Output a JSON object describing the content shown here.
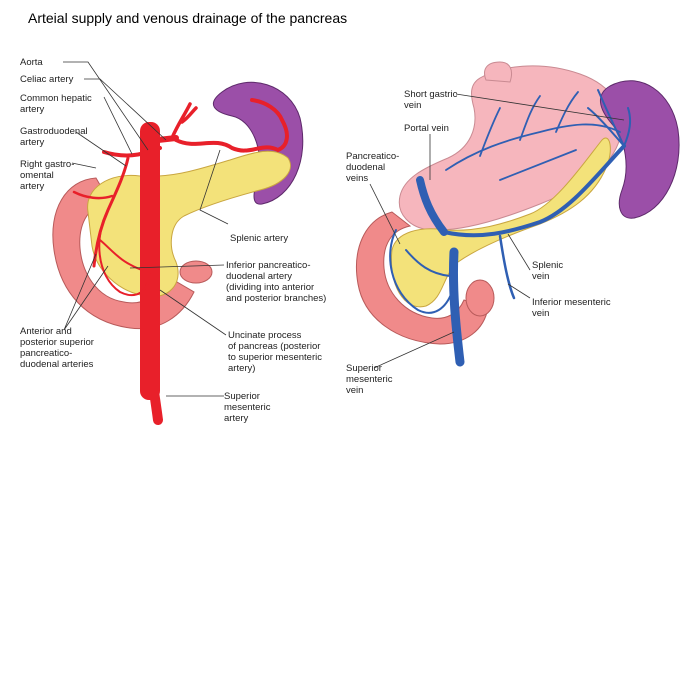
{
  "title": "Arteial supply and venous drainage of the pancreas",
  "colors": {
    "artery": "#e8202a",
    "vein": "#2f5fb3",
    "pancreas": "#f3e27a",
    "pancreas_edge": "#c9a640",
    "duodenum": "#f08a8a",
    "stomach": "#f6b6bd",
    "spleen": "#9b4fa8"
  },
  "left_figure": {
    "labels": [
      {
        "id": "aorta",
        "lines": [
          "Aorta"
        ]
      },
      {
        "id": "celiac",
        "lines": [
          "Celiac artery"
        ]
      },
      {
        "id": "common-hepatic",
        "lines": [
          "Common hepatic",
          "artery"
        ]
      },
      {
        "id": "gastroduodenal",
        "lines": [
          "Gastroduodenal",
          "artery"
        ]
      },
      {
        "id": "right-gastro-omental",
        "lines": [
          "Right gastro-",
          "omental",
          "artery"
        ]
      },
      {
        "id": "splenic-artery",
        "lines": [
          "Splenic artery"
        ]
      },
      {
        "id": "inferior-pancreaticoduodenal",
        "lines": [
          "Inferior pancreatico-",
          "duodenal artery",
          "(dividing into anterior",
          "and posterior branches)"
        ]
      },
      {
        "id": "anterior-posterior-superior",
        "lines": [
          "Anterior and",
          "posterior superior",
          "pancreatico-",
          "duodenal arteries"
        ]
      },
      {
        "id": "uncinate",
        "lines": [
          "Uncinate process",
          "of pancreas (posterior",
          "to superior mesenteric",
          "artery)"
        ]
      },
      {
        "id": "sma",
        "lines": [
          "Superior",
          "mesenteric",
          "artery"
        ]
      }
    ]
  },
  "right_figure": {
    "labels": [
      {
        "id": "short-gastric",
        "lines": [
          "Short gastric",
          "vein"
        ]
      },
      {
        "id": "portal",
        "lines": [
          "Portal vein"
        ]
      },
      {
        "id": "pancreaticoduodenal-veins",
        "lines": [
          "Pancreatico-",
          "duodenal",
          "veins"
        ]
      },
      {
        "id": "splenic-vein",
        "lines": [
          "Splenic",
          "vein"
        ]
      },
      {
        "id": "inferior-mesenteric",
        "lines": [
          "Inferior mesenteric",
          "vein"
        ]
      },
      {
        "id": "smv",
        "lines": [
          "Superior",
          "mesenteric",
          "vein"
        ]
      }
    ]
  }
}
